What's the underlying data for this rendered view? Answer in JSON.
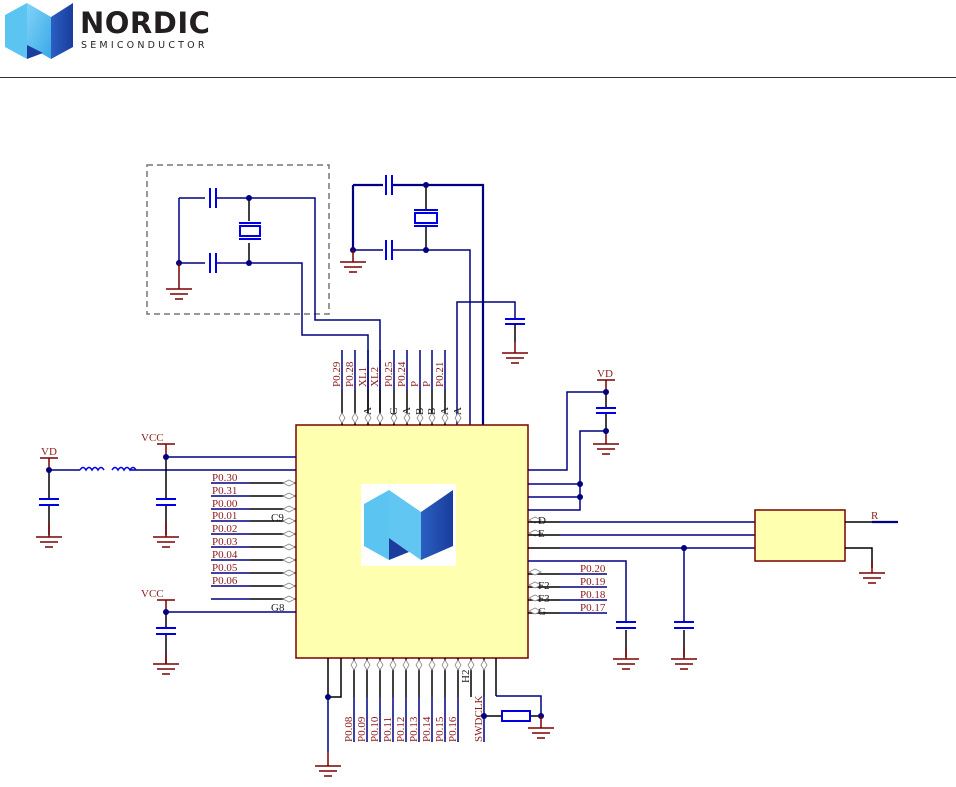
{
  "header": {
    "brand_name": "NORDIC",
    "brand_sub": "SEMICONDUCTOR",
    "colors": {
      "brand_dark": "#231f20",
      "logo_light": "#5bc4f1",
      "logo_dark": "#1a3d9e"
    }
  },
  "schematic": {
    "colors": {
      "wire": "#000080",
      "ground": "#7a0000",
      "label": "#8b1a1a",
      "chip_fill": "#ffffb0",
      "chip_border": "#7a0000",
      "capacitor": "#0000e0"
    },
    "power_labels": {
      "vd_left": "VD",
      "vcc_left_top": "VCC",
      "vcc_left_bottom": "VCC",
      "vd_right": "VD"
    },
    "top_pins": [
      {
        "net": "P0.29",
        "pin": ""
      },
      {
        "net": "P0.28",
        "pin": ""
      },
      {
        "net": "XL1",
        "pin": "A"
      },
      {
        "net": "XL2",
        "pin": ""
      },
      {
        "net": "P0.25",
        "pin": "C"
      },
      {
        "net": "P0.24",
        "pin": "A"
      },
      {
        "net": "P",
        "pin": "B"
      },
      {
        "net": "P",
        "pin": "B"
      },
      {
        "net": "P0.21",
        "pin": "A"
      },
      {
        "net": "",
        "pin": "A"
      }
    ],
    "left_pins": [
      {
        "net": "P0.30",
        "pin": ""
      },
      {
        "net": "P0.31",
        "pin": ""
      },
      {
        "net": "P0.00",
        "pin": "C9"
      },
      {
        "net": "P0.01",
        "pin": ""
      },
      {
        "net": "P0.02",
        "pin": ""
      },
      {
        "net": "P0.03",
        "pin": ""
      },
      {
        "net": "P0.04",
        "pin": ""
      },
      {
        "net": "P0.05",
        "pin": ""
      },
      {
        "net": "P0.06",
        "pin": ""
      },
      {
        "net": "",
        "pin": "G8"
      }
    ],
    "right_pins": [
      {
        "net": "",
        "pin": "D"
      },
      {
        "net": "",
        "pin": "E"
      },
      {
        "net": "P0.20",
        "pin": ""
      },
      {
        "net": "P0.19",
        "pin": "F2"
      },
      {
        "net": "P0.18",
        "pin": "F3"
      },
      {
        "net": "P0.17",
        "pin": "G"
      }
    ],
    "bottom_pins": [
      {
        "net": "P0.08"
      },
      {
        "net": "P0.09"
      },
      {
        "net": "P0.10"
      },
      {
        "net": "P0.11"
      },
      {
        "net": "P0.12"
      },
      {
        "net": "P0.13"
      },
      {
        "net": "P0.14"
      },
      {
        "net": "P0.15"
      },
      {
        "net": "P0.16"
      },
      {
        "net": "H2"
      },
      {
        "net": "SWDCLK"
      }
    ],
    "right_module_net": "R"
  }
}
